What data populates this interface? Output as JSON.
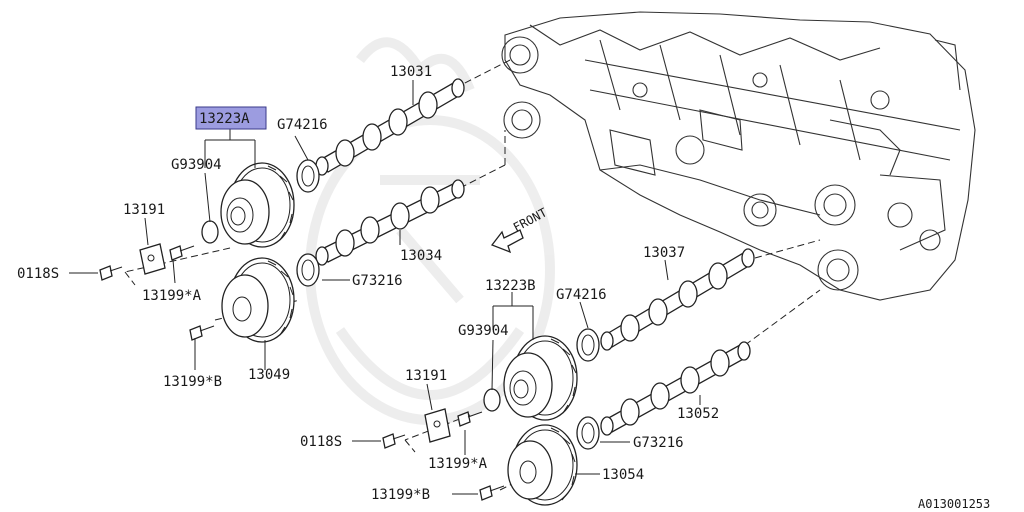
{
  "diagram": {
    "highlight_color": "#9c9ce0",
    "front_label": "FRONT",
    "callouts": {
      "p13223A": "13223A",
      "g74216_top": "G74216",
      "g93904_top": "G93904",
      "p13031": "13031",
      "p13191_top": "13191",
      "p0118S_top": "0118S",
      "p13199A_top": "13199*A",
      "p13034": "13034",
      "g73216_top": "G73216",
      "p13199B_top": "13199*B",
      "p13049": "13049",
      "p13037": "13037",
      "p13223B": "13223B",
      "g74216_bot": "G74216",
      "g93904_bot": "G93904",
      "p13191_bot": "13191",
      "p0118S_bot": "0118S",
      "p13199A_bot": "13199*A",
      "p13052": "13052",
      "g73216_bot": "G73216",
      "p13054": "13054",
      "p13199B_bot": "13199*B"
    },
    "figure_id": "A013001253"
  }
}
